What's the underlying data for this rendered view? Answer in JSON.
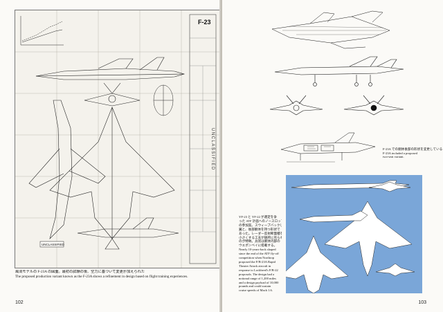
{
  "left_page": {
    "page_number": "102",
    "caption_ja": "風洞モデルの F-23A の図面。最初の試験の後、空力に基づいて変更が加えられた",
    "caption_en": "The proposed production variant known as the F-23A shows a refinement in design based on flight training experiences.",
    "blueprint": {
      "logo": "F-23",
      "stamp": "UNCLASSIFIED",
      "label_box": "UNCLASSIFIED"
    }
  },
  "right_page": {
    "page_number": "103",
    "note_f23_ja": "F-23A での胴体後部の形状を変更している",
    "note_f23_en_1": "F-23A included a proposed",
    "note_f23_en_2": "two-seat variant.",
    "body_text": [
      "YF-23 と YF-22 が選定を争",
      "った ATF 計画へのノースロップ社",
      "の参加案。スウィープバックした主",
      "翼と、後部胴体を持つ形状で",
      "あった。レーダー反射断面積を",
      "小さくする工夫が随所に見られる",
      "のが特徴。兵装は胴体内部の",
      "ウエポンベイに搭載する。",
      "Nearly 10-years-back shaped",
      "since the end of the ATF fly-off",
      "competition when Northrop",
      "proposed the F/B-23A Rapid",
      "Theater Attack aircraft in",
      "response to Lockheed's F/B-22",
      "proposals. The design had a",
      "notional range of 1,200 miles",
      "and a design payload of 10,000",
      "pounds and could sustain",
      "cruise speeds of Mach 1.6."
    ]
  },
  "colors": {
    "paper": "#fbfaf7",
    "blueprint_bg": "#f4f2ec",
    "blue_panel": "#7aa6d8",
    "ink": "#111111"
  }
}
